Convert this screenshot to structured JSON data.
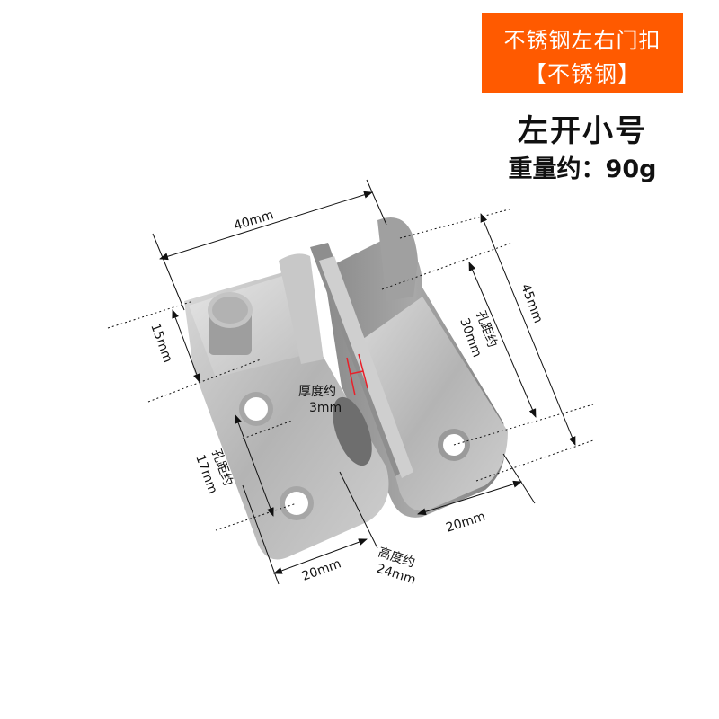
{
  "badge": {
    "line1": "不锈钢左右门扣",
    "line2": "【不锈钢】",
    "color": "#ff5a00"
  },
  "model": {
    "name": "左开小号",
    "weight": "重量约：90g"
  },
  "dimensions": {
    "width_total": "40mm",
    "height_total": "45mm",
    "left_top": "15mm",
    "thickness_label": "厚度约",
    "thickness_value": "3mm",
    "hole_left_label": "孔距约",
    "hole_left_value": "17mm",
    "hole_right_label": "孔距约",
    "hole_right_value": "30mm",
    "bottom_left": "20mm",
    "bottom_right": "20mm",
    "height_label": "高度约",
    "height_value": "24mm"
  },
  "colors": {
    "thickness_marker": "#e8202a"
  }
}
